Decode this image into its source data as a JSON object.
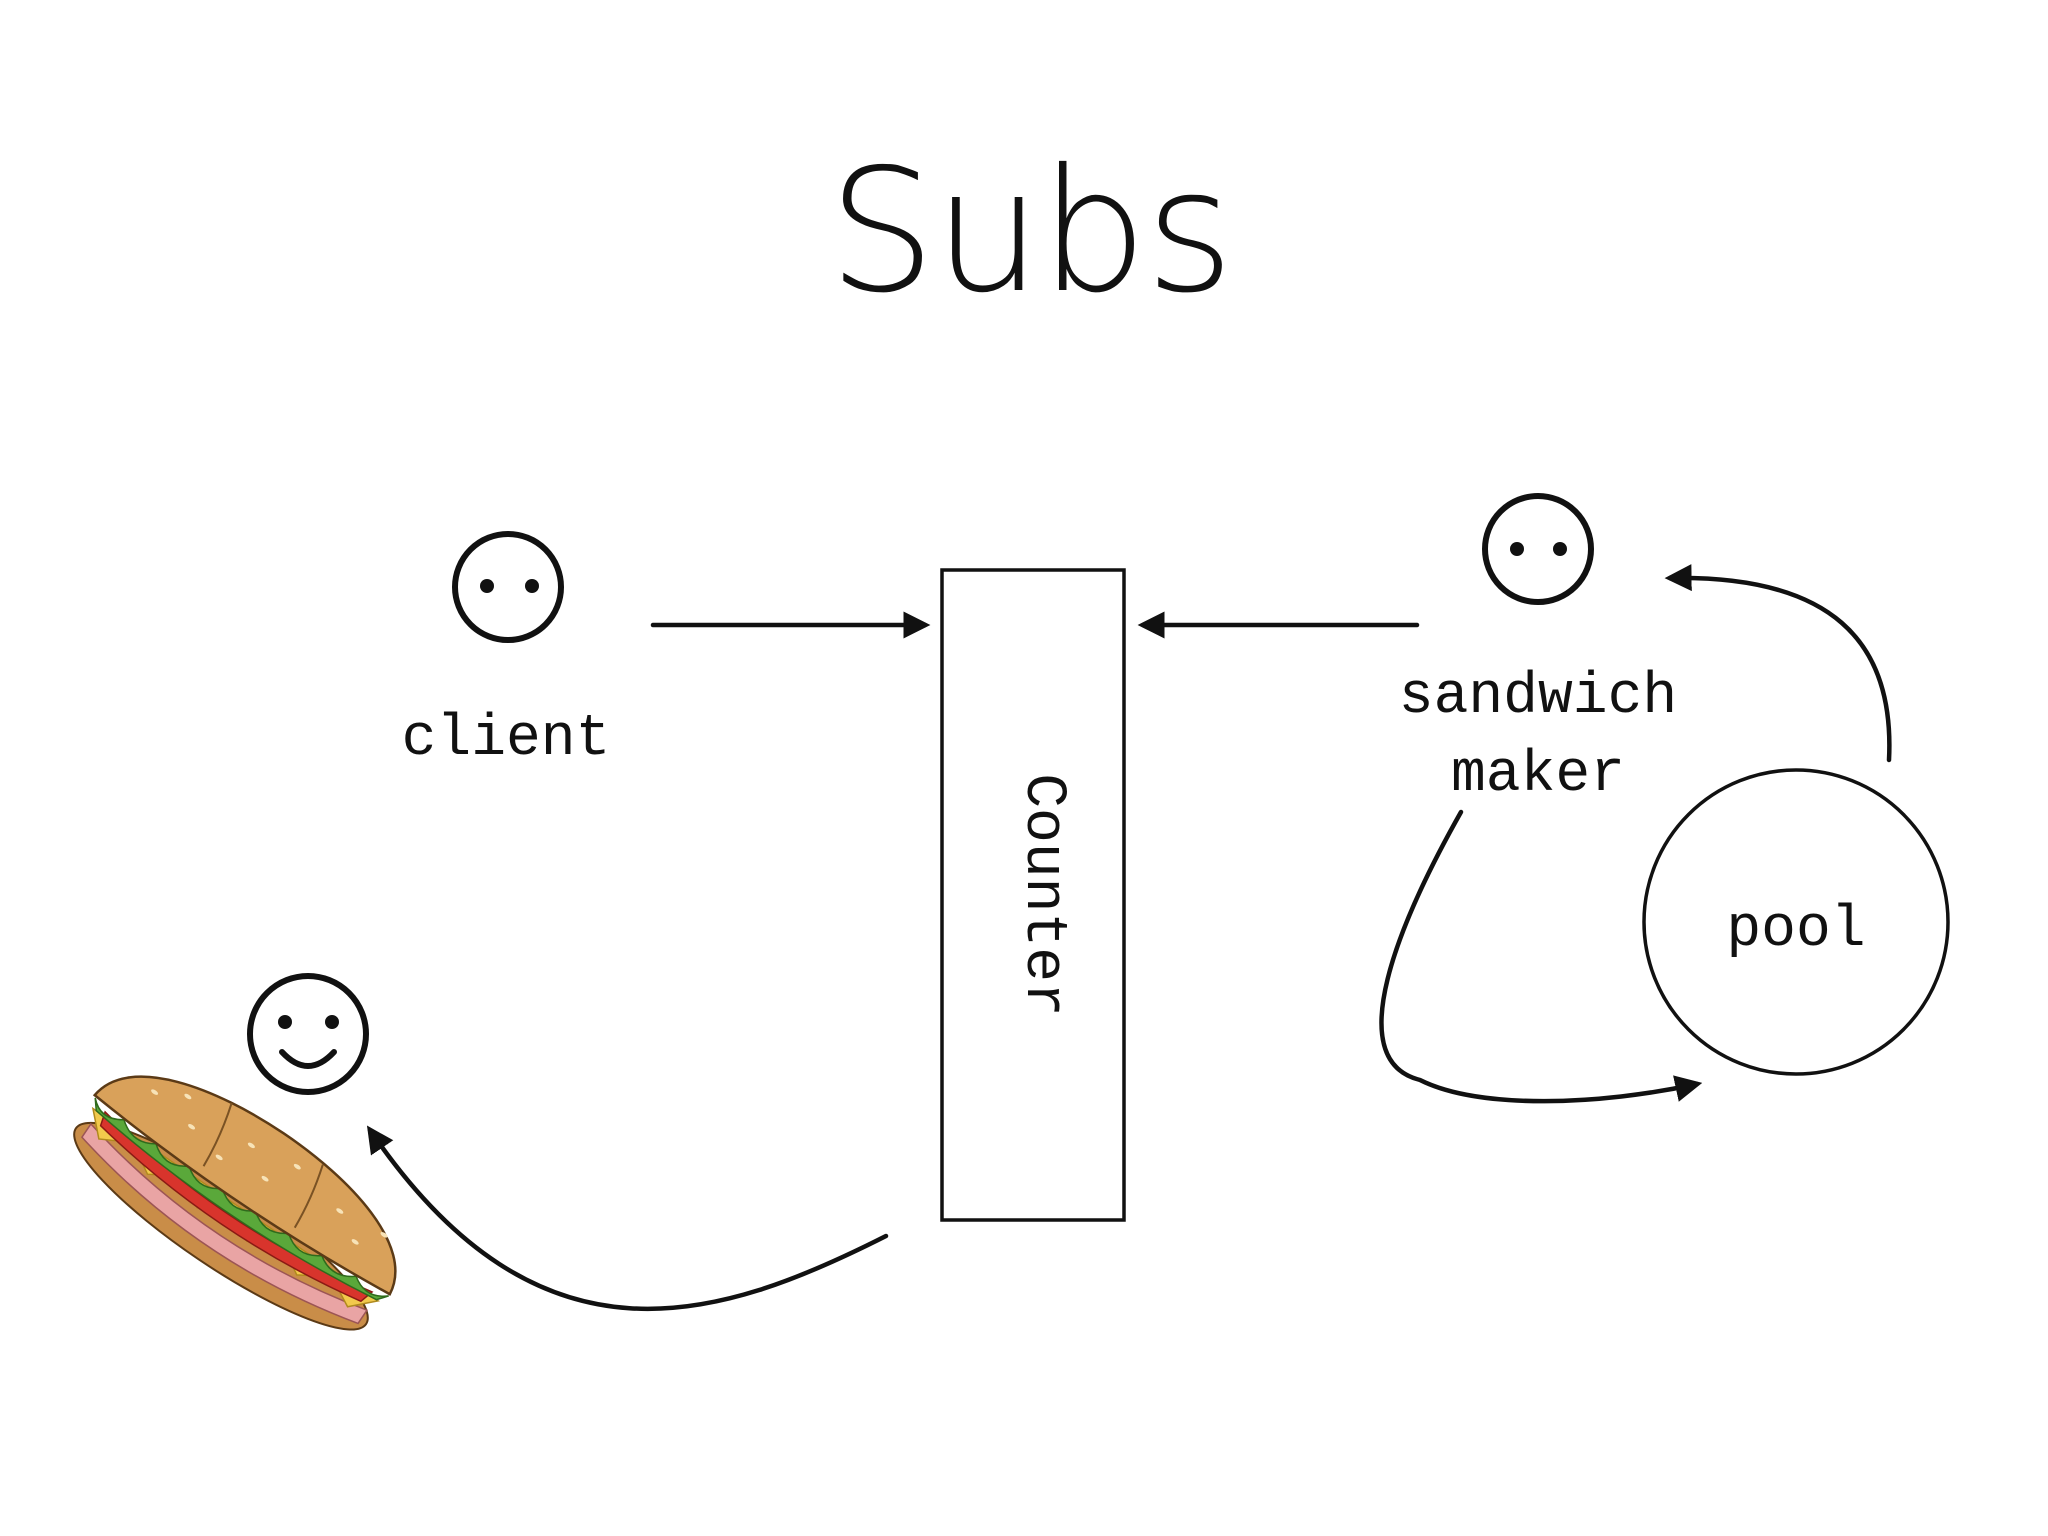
{
  "title": "Subs",
  "labels": {
    "client": "client",
    "sandwich_maker_line1": "sandwich",
    "sandwich_maker_line2": "maker",
    "counter": "Counter",
    "pool": "pool"
  },
  "icons": {
    "client_face": "neutral-face-icon",
    "maker_face": "neutral-face-icon",
    "happy_face": "smiling-face-icon",
    "sandwich": "sub-sandwich-illustration"
  },
  "colors": {
    "ink": "#111111",
    "background": "#ffffff",
    "bread": "#d9a15a",
    "lettuce": "#5aa83a",
    "tomato": "#d8342c",
    "cheese": "#f2c94c",
    "ham": "#e9a4a4"
  }
}
